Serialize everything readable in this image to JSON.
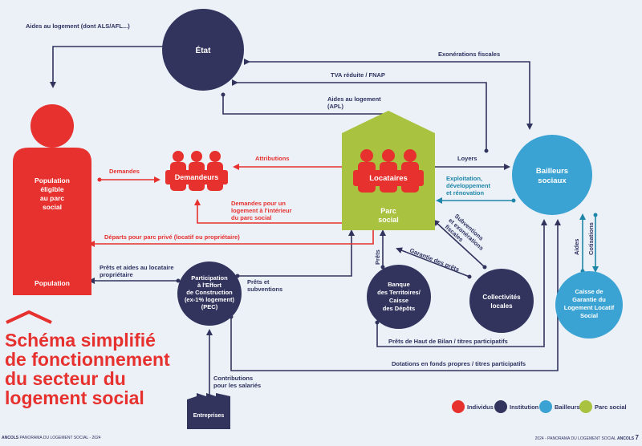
{
  "colors": {
    "individus": "#e6312e",
    "institution": "#32345e",
    "bailleurs": "#3ba3d3",
    "parc_social": "#a9c23f",
    "background": "#ecf1f8"
  },
  "nodes": {
    "etat": "État",
    "population_line1": "Population",
    "population_line2": "éligible",
    "population_line3": "au parc",
    "population_line4": "social",
    "population_caption": "Population",
    "demandeurs": "Demandeurs",
    "locataires": "Locataires",
    "parc_line1": "Parc",
    "parc_line2": "social",
    "bailleurs_line1": "Bailleurs",
    "bailleurs_line2": "sociaux",
    "pec_line1": "Participation",
    "pec_line2": "à l'Effort",
    "pec_line3": "de Construction",
    "pec_line4": "(ex-1% logement)",
    "pec_line5": "(PEC)",
    "banque_line1": "Banque",
    "banque_line2": "des Territoires/",
    "banque_line3": "Caisse",
    "banque_line4": "des Dépôts",
    "collectivites_line1": "Collectivités",
    "collectivites_line2": "locales",
    "caisse_line1": "Caisse de",
    "caisse_line2": "Garantie du",
    "caisse_line3": "Logement Locatif",
    "caisse_line4": "Social",
    "entreprises": "Entreprises"
  },
  "flows": {
    "aides_logement_als": "Aides au logement (dont ALS/AFL...)",
    "exonerations": "Exonérations fiscales",
    "tva": "TVA réduite / FNAP",
    "apl_line1": "Aides au logement",
    "apl_line2": "(APL)",
    "demandes": "Demandes",
    "attributions": "Attributions",
    "loyers": "Loyers",
    "exploitation_line1": "Exploitation,",
    "exploitation_line2": "développement",
    "exploitation_line3": "et rénovation",
    "demandes_interieur_line1": "Demandes pour un",
    "demandes_interieur_line2": "logement à l'intérieur",
    "demandes_interieur_line3": "du parc social",
    "departs": "Départs pour parc privé (locatif ou propriétaire)",
    "subventions_line1": "Subventions",
    "subventions_line2": "et exonérations",
    "subventions_line3": "fiscales",
    "garantie_prets": "Garantie des prêts",
    "prets": "Prêts",
    "prets_aides_line1": "Prêts et aides au locataire",
    "prets_aides_line2": "propriétaire",
    "prets_subv_line1": "Prêts et",
    "prets_subv_line2": "subventions",
    "aides": "Aides",
    "cotisations": "Cotisations",
    "prets_haut_bilan": "Prêts de Haut de Bilan / titres participatifs",
    "dotations": "Dotations en fonds propres / titres participatifs",
    "contributions_line1": "Contributions",
    "contributions_line2": "pour les salariés"
  },
  "title": {
    "line1": "Schéma simplifié",
    "line2": "de fonctionnement",
    "line3": "du secteur du",
    "line4": "logement social"
  },
  "legend": {
    "individus": "Individus",
    "institution": "Institution",
    "bailleurs": "Bailleurs",
    "parc_social": "Parc social"
  },
  "footer": {
    "left_brand": "ANCOLS",
    "left_text": "PANORAMA DU LOGEMENT SOCIAL - 2024",
    "right_text": "2024 - PANORAMA DU LOGEMENT SOCIAL",
    "right_brand": "ANCOLS",
    "page_number": "7"
  }
}
